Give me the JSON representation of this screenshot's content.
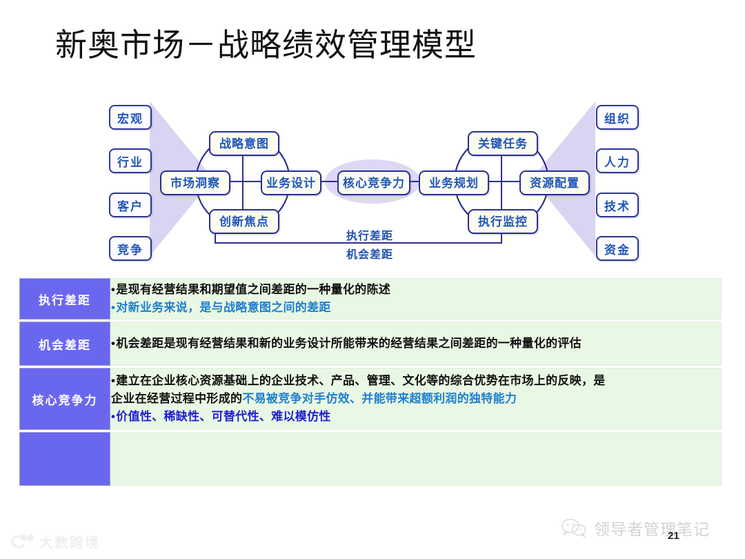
{
  "slide": {
    "title": "新奥市场－战略绩效管理模型",
    "page_number": "21"
  },
  "diagram": {
    "left_inputs": [
      "宏观",
      "行业",
      "客户",
      "竞争"
    ],
    "right_outputs": [
      "组织",
      "人力",
      "技术",
      "资金"
    ],
    "left_wheel": {
      "top": "战略意图",
      "left": "市场洞察",
      "right": "业务设计",
      "bottom": "创新焦点"
    },
    "center": "核心竞争力",
    "right_wheel": {
      "top": "关键任务",
      "left": "业务规划",
      "right": "资源配置",
      "bottom": "执行监控"
    },
    "gap_labels": {
      "upper": "执行差距",
      "lower": "机会差距"
    }
  },
  "table": {
    "rows": [
      {
        "label": "执行差距",
        "lines": [
          {
            "bullet": "•",
            "segments": [
              {
                "text": "是现有经营结果和期望值之间差距的一种量化的陈述",
                "color": "black"
              }
            ]
          },
          {
            "bullet": "•",
            "segments": [
              {
                "text": "对新业务来说，是与战略意图之间的差距",
                "color": "blue"
              }
            ]
          }
        ]
      },
      {
        "label": "机会差距",
        "lines": [
          {
            "bullet": "•",
            "segments": [
              {
                "text": "机会差距是现有经营结果和新的业务设计所能带来的经营结果之间差距的一种量化的评估",
                "color": "black"
              }
            ]
          }
        ]
      },
      {
        "label": "核心竞争力",
        "lines": [
          {
            "bullet": "•",
            "segments": [
              {
                "text": "建立在企业核心资源基础上的企业技术、产品、管理、文化等的综合优势在市场上的反映，是",
                "color": "black"
              }
            ]
          },
          {
            "bullet": "",
            "segments": [
              {
                "text": "企业在经营过程中形成的",
                "color": "black"
              },
              {
                "text": "不易被竞争对手仿效、并能带来超额利润的独特能力",
                "color": "blue"
              }
            ]
          },
          {
            "bullet": "•",
            "segments": [
              {
                "text": "价值性、稀缺性、可替代性、难以模仿性",
                "color": "deepblue"
              }
            ]
          }
        ]
      },
      {
        "label": "",
        "lines": []
      }
    ]
  },
  "watermarks": {
    "bottom_left": "大数跨境",
    "bottom_right": "领导者管理笔记"
  },
  "colors": {
    "label_cell_blue": "#6a67ef",
    "body_cell_green": "#e9f8e4",
    "node_border_navy": "#2b2f8f",
    "node_fill_cream": "#fbfbef",
    "node_text_blue": "#2156b8",
    "funnel_purple": "#d9d4f2",
    "center_ellipse_purple": "#ddd8f5"
  }
}
